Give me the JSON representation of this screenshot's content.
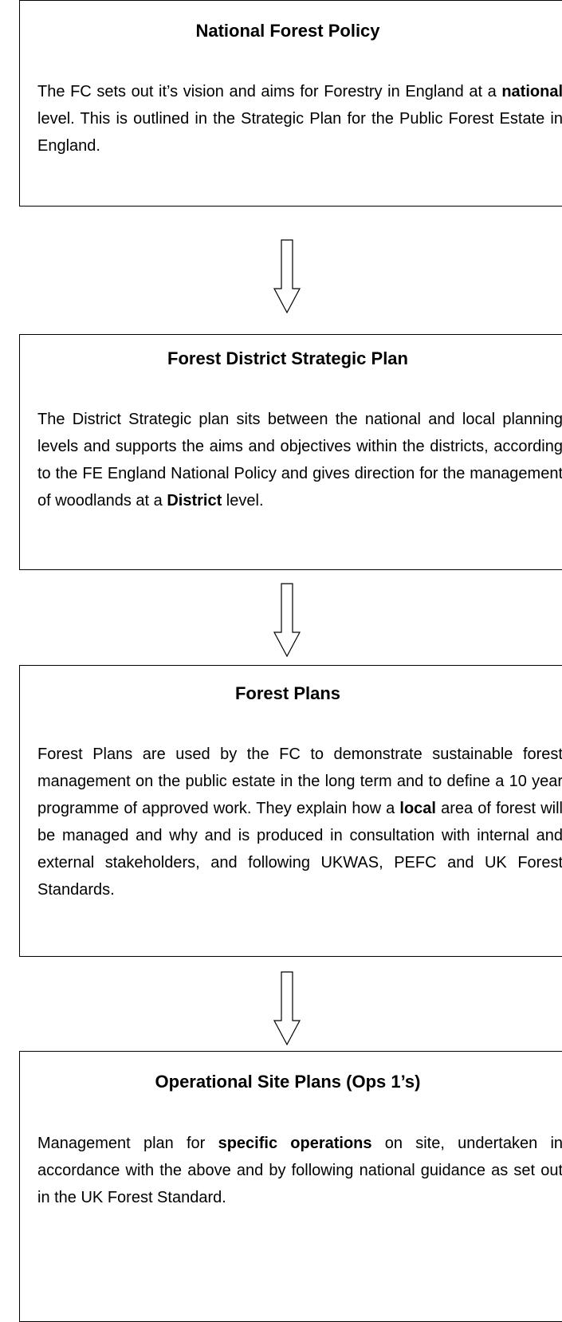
{
  "boxes": [
    {
      "title": "National Forest Policy",
      "body": [
        {
          "t": "The FC sets out it’s vision and aims for Forestry in England at a "
        },
        {
          "t": "national",
          "b": true
        },
        {
          "t": " level. This is outlined in the Strategic Plan for the Public Forest Estate in England."
        }
      ]
    },
    {
      "title": "Forest District Strategic Plan",
      "body": [
        {
          "t": "The District Strategic plan sits between the national and local planning levels and supports the aims and objectives within the districts, according to the FE England National Policy and gives direction for the management of woodlands at a "
        },
        {
          "t": "District",
          "b": true
        },
        {
          "t": " level."
        }
      ]
    },
    {
      "title": "Forest Plans",
      "body": [
        {
          "t": "Forest Plans are used by the FC to demonstrate sustainable forest management on the public estate in the long term and to define a 10 year programme of approved work. They explain how a "
        },
        {
          "t": "local",
          "b": true
        },
        {
          "t": " area of forest will be managed and why and is produced in consultation with internal and external stakeholders, and following UKWAS, PEFC and UK Forest Standards."
        }
      ]
    },
    {
      "title": "Operational Site Plans (Ops 1’s)",
      "body": [
        {
          "t": "Management plan for "
        },
        {
          "t": "specific operations",
          "b": true
        },
        {
          "t": " on site, undertaken in accordance with the above and by following national guidance as set out in the UK Forest Standard."
        }
      ]
    }
  ]
}
